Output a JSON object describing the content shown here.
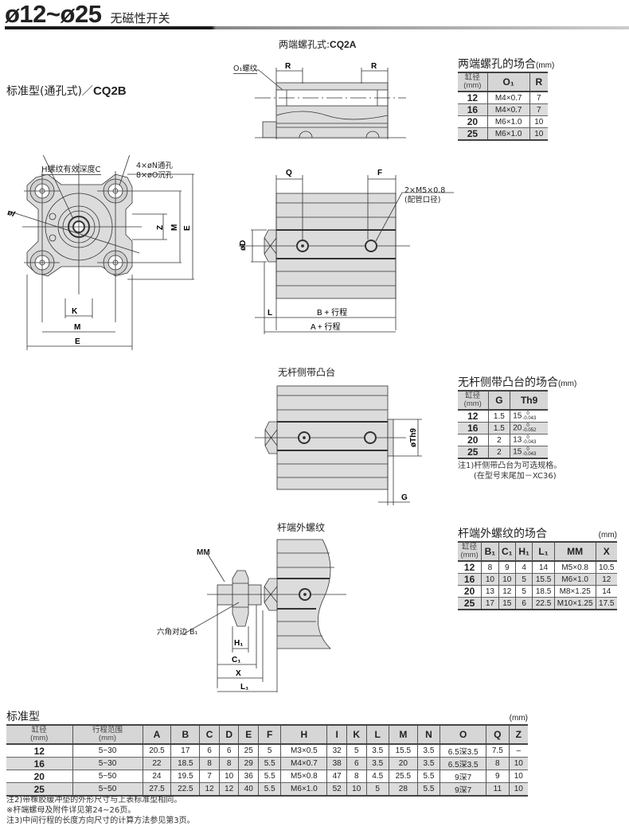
{
  "header": {
    "title": "ø12~ø25",
    "subtitle": "无磁性开关"
  },
  "views": {
    "standard_label_cn": "标准型(通孔式)／",
    "standard_label_model": "CQ2B",
    "both_tapped_label_cn": "两端螺孔式:",
    "both_tapped_label_model": "CQ2A",
    "boss_label": "无杆侧带凸台",
    "male_thread_label": "杆端外螺纹"
  },
  "callouts": {
    "h_thread": "H螺纹有效深度C",
    "n_through": "4×øN通孔",
    "o_counterbore": "8×øO沉孔",
    "o1_thread": "O₁螺纹",
    "port": "2×M5×0.8",
    "port_note": "(配管口径)",
    "hex_across": "六角对边 B₁",
    "mm": "MM"
  },
  "dims": {
    "I": "øI",
    "K": "K",
    "M": "M",
    "E": "E",
    "Z": "Z",
    "R": "R",
    "Q": "Q",
    "F": "F",
    "D": "øD",
    "L": "L",
    "B_stroke": "B + 行程",
    "A_stroke": "A + 行程",
    "Th9": "øTh9",
    "G": "G",
    "H1": "H₁",
    "C1": "C₁",
    "X": "X",
    "L1": "L₁"
  },
  "table_tapped": {
    "title": "两端螺孔的场合",
    "unit": "(mm)",
    "bore_header": [
      "缸径",
      "(mm)"
    ],
    "headers": [
      "O₁",
      "R"
    ],
    "rows": [
      [
        "12",
        "M4×0.7",
        "7"
      ],
      [
        "16",
        "M4×0.7",
        "7"
      ],
      [
        "20",
        "M6×1.0",
        "10"
      ],
      [
        "25",
        "M6×1.0",
        "10"
      ]
    ]
  },
  "table_boss": {
    "title": "无杆侧带凸台的场合",
    "unit": "(mm)",
    "bore_header": [
      "缸径",
      "(mm)"
    ],
    "headers": [
      "G",
      "Th9"
    ],
    "rows": [
      [
        "12",
        "1.5",
        "15",
        "0",
        "-0.043"
      ],
      [
        "16",
        "1.5",
        "20",
        "0",
        "-0.052"
      ],
      [
        "20",
        "2",
        "13",
        "0",
        "-0.043"
      ],
      [
        "25",
        "2",
        "15",
        "0",
        "-0.043"
      ]
    ],
    "notes": [
      "注1)杆侧带凸台为可选规格。",
      "(在型号末尾加－XC36)"
    ]
  },
  "table_male": {
    "title": "杆端外螺纹的场合",
    "unit": "(mm)",
    "bore_header": [
      "缸径",
      "(mm)"
    ],
    "headers": [
      "B₁",
      "C₁",
      "H₁",
      "L₁",
      "MM",
      "X"
    ],
    "rows": [
      [
        "12",
        "8",
        "9",
        "4",
        "14",
        "M5×0.8",
        "10.5"
      ],
      [
        "16",
        "10",
        "10",
        "5",
        "15.5",
        "M6×1.0",
        "12"
      ],
      [
        "20",
        "13",
        "12",
        "5",
        "18.5",
        "M8×1.25",
        "14"
      ],
      [
        "25",
        "17",
        "15",
        "6",
        "22.5",
        "M10×1.25",
        "17.5"
      ]
    ]
  },
  "table_standard": {
    "title": "标准型",
    "unit": "(mm)",
    "bore_header": [
      "缸径",
      "(mm)"
    ],
    "stroke_header": [
      "行程范围",
      "(mm)"
    ],
    "headers": [
      "A",
      "B",
      "C",
      "D",
      "E",
      "F",
      "H",
      "I",
      "K",
      "L",
      "M",
      "N",
      "O",
      "Q",
      "Z"
    ],
    "rows": [
      [
        "12",
        "5~30",
        "20.5",
        "17",
        "6",
        "6",
        "25",
        "5",
        "M3×0.5",
        "32",
        "5",
        "3.5",
        "15.5",
        "3.5",
        "6.5深3.5",
        "7.5",
        "–"
      ],
      [
        "16",
        "5~30",
        "22",
        "18.5",
        "8",
        "8",
        "29",
        "5.5",
        "M4×0.7",
        "38",
        "6",
        "3.5",
        "20",
        "3.5",
        "6.5深3.5",
        "8",
        "10"
      ],
      [
        "20",
        "5~50",
        "24",
        "19.5",
        "7",
        "10",
        "36",
        "5.5",
        "M5×0.8",
        "47",
        "8",
        "4.5",
        "25.5",
        "5.5",
        "9深7",
        "9",
        "10"
      ],
      [
        "25",
        "5~50",
        "27.5",
        "22.5",
        "12",
        "12",
        "40",
        "5.5",
        "M6×1.0",
        "52",
        "10",
        "5",
        "28",
        "5.5",
        "9深7",
        "11",
        "10"
      ]
    ]
  },
  "footnotes": [
    "注2)带橡胶缓冲垫的外形尺寸与上表标准型相同。",
    "※杆端螺母及附件详见第24~26页。",
    "注3)中间行程的长度方向尺寸的计算方法参见第3页。"
  ]
}
